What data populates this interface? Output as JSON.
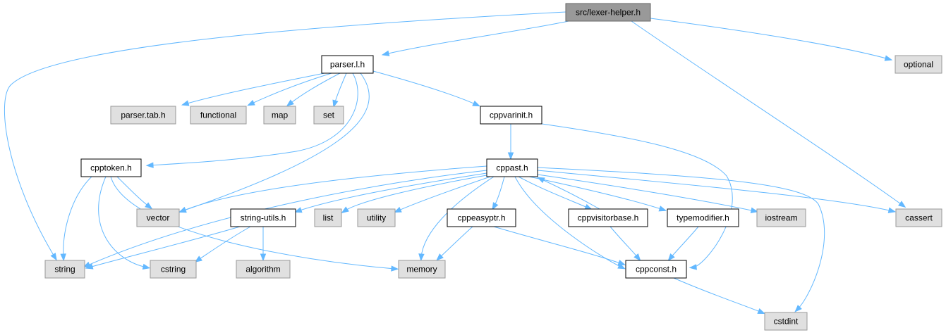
{
  "colors": {
    "edge": "#63b8ff",
    "root_fill": "#999999",
    "root_stroke": "#666666",
    "header_fill": "#ffffff",
    "header_stroke": "#000000",
    "system_fill": "#e0e0e0",
    "system_stroke": "#999999"
  },
  "nodes": [
    {
      "id": "lexer_helper",
      "label": "src/lexer-helper.h",
      "kind": "root"
    },
    {
      "id": "parser_l",
      "label": "parser.l.h",
      "kind": "header"
    },
    {
      "id": "optional",
      "label": "optional",
      "kind": "system"
    },
    {
      "id": "parser_tab",
      "label": "parser.tab.h",
      "kind": "system"
    },
    {
      "id": "functional",
      "label": "functional",
      "kind": "system"
    },
    {
      "id": "map",
      "label": "map",
      "kind": "system"
    },
    {
      "id": "set",
      "label": "set",
      "kind": "system"
    },
    {
      "id": "cppvarinit",
      "label": "cppvarinit.h",
      "kind": "header"
    },
    {
      "id": "cpptoken",
      "label": "cpptoken.h",
      "kind": "header"
    },
    {
      "id": "cppast",
      "label": "cppast.h",
      "kind": "header"
    },
    {
      "id": "vector",
      "label": "vector",
      "kind": "system"
    },
    {
      "id": "string_utils",
      "label": "string-utils.h",
      "kind": "header"
    },
    {
      "id": "list",
      "label": "list",
      "kind": "system"
    },
    {
      "id": "utility",
      "label": "utility",
      "kind": "system"
    },
    {
      "id": "cppeasyptr",
      "label": "cppeasyptr.h",
      "kind": "header"
    },
    {
      "id": "cppvisitorbase",
      "label": "cppvisitorbase.h",
      "kind": "header"
    },
    {
      "id": "typemodifier",
      "label": "typemodifier.h",
      "kind": "header"
    },
    {
      "id": "iostream",
      "label": "iostream",
      "kind": "system"
    },
    {
      "id": "cassert",
      "label": "cassert",
      "kind": "system"
    },
    {
      "id": "string",
      "label": "string",
      "kind": "system"
    },
    {
      "id": "cstring",
      "label": "cstring",
      "kind": "system"
    },
    {
      "id": "algorithm",
      "label": "algorithm",
      "kind": "system"
    },
    {
      "id": "memory",
      "label": "memory",
      "kind": "system"
    },
    {
      "id": "cppconst",
      "label": "cppconst.h",
      "kind": "header"
    },
    {
      "id": "cstdint",
      "label": "cstdint",
      "kind": "system"
    }
  ],
  "edges": [
    {
      "from": "lexer_helper",
      "to": "parser_l"
    },
    {
      "from": "lexer_helper",
      "to": "string"
    },
    {
      "from": "lexer_helper",
      "to": "optional"
    },
    {
      "from": "lexer_helper",
      "to": "cassert"
    },
    {
      "from": "parser_l",
      "to": "parser_tab"
    },
    {
      "from": "parser_l",
      "to": "functional"
    },
    {
      "from": "parser_l",
      "to": "map"
    },
    {
      "from": "parser_l",
      "to": "set"
    },
    {
      "from": "parser_l",
      "to": "cppvarinit"
    },
    {
      "from": "parser_l",
      "to": "cpptoken"
    },
    {
      "from": "parser_l",
      "to": "vector"
    },
    {
      "from": "cppvarinit",
      "to": "cppast"
    },
    {
      "from": "cppvarinit",
      "to": "cppconst"
    },
    {
      "from": "cpptoken",
      "to": "vector"
    },
    {
      "from": "cpptoken",
      "to": "string"
    },
    {
      "from": "cpptoken",
      "to": "cstring"
    },
    {
      "from": "cpptoken",
      "to": "memory"
    },
    {
      "from": "cppast",
      "to": "vector"
    },
    {
      "from": "cppast",
      "to": "string"
    },
    {
      "from": "cppast",
      "to": "string_utils"
    },
    {
      "from": "cppast",
      "to": "list"
    },
    {
      "from": "cppast",
      "to": "utility"
    },
    {
      "from": "cppast",
      "to": "memory"
    },
    {
      "from": "cppast",
      "to": "cppeasyptr"
    },
    {
      "from": "cppast",
      "to": "cppconst"
    },
    {
      "from": "cppast",
      "to": "cppvisitorbase"
    },
    {
      "from": "cppast",
      "to": "typemodifier"
    },
    {
      "from": "cppast",
      "to": "iostream"
    },
    {
      "from": "cppast",
      "to": "cassert"
    },
    {
      "from": "cppast",
      "to": "cstdint"
    },
    {
      "from": "cppvisitorbase",
      "to": "cppast"
    },
    {
      "from": "cppvisitorbase",
      "to": "cppconst"
    },
    {
      "from": "typemodifier",
      "to": "cppconst"
    },
    {
      "from": "string_utils",
      "to": "string"
    },
    {
      "from": "string_utils",
      "to": "cstring"
    },
    {
      "from": "string_utils",
      "to": "algorithm"
    },
    {
      "from": "cppeasyptr",
      "to": "memory"
    },
    {
      "from": "cppeasyptr",
      "to": "cppconst"
    },
    {
      "from": "cppconst",
      "to": "cstdint"
    }
  ]
}
